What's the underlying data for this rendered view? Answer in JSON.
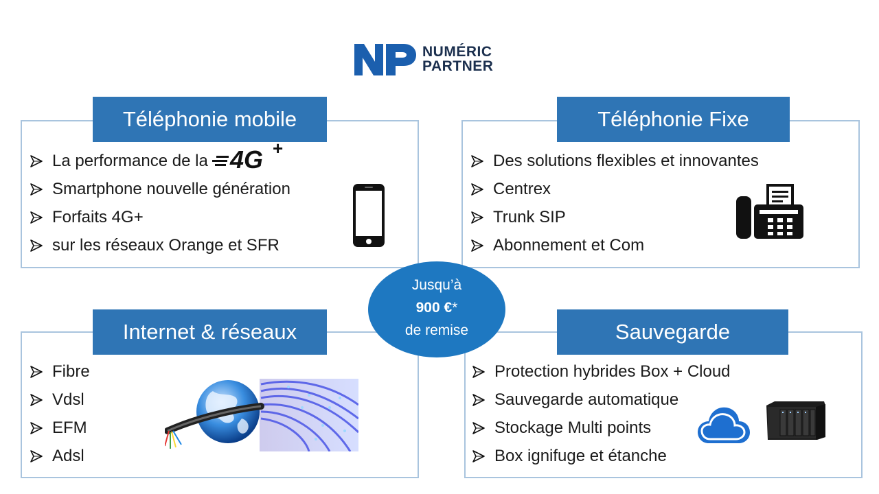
{
  "brand": {
    "mark_text": "NP",
    "line1": "NUMÉRIC",
    "line2": "PARTNER",
    "color": "#1b5fae"
  },
  "accent_color": "#2f75b5",
  "border_color": "#a9c4de",
  "panels": {
    "mobile": {
      "title": "Téléphonie mobile",
      "items": [
        "La performance  de la",
        "Smartphone  nouvelle génération",
        "Forfaits 4G+",
        "sur les réseaux Orange et SFR"
      ],
      "badge": "4G+",
      "icon": "smartphone-icon"
    },
    "fixe": {
      "title": "Téléphonie Fixe",
      "items": [
        "Des solutions flexibles et innovantes",
        "Centrex",
        "Trunk SIP",
        "Abonnement  et Com"
      ],
      "icon": "fax-phone-icon"
    },
    "internet": {
      "title": "Internet & réseaux",
      "items": [
        "Fibre",
        "Vdsl",
        "EFM",
        "Adsl"
      ],
      "icon": "globe-fiber-icon"
    },
    "sauvegarde": {
      "title": "Sauvegarde",
      "items": [
        "Protection hybrides Box + Cloud",
        "Sauvegarde automatique",
        "Stockage Multi points",
        "Box ignifuge et étanche"
      ],
      "icon": "cloud-nas-icon"
    }
  },
  "promo": {
    "line1": "Jusqu’à",
    "amount": "900 €",
    "asterisk": "*",
    "line3": "de remise",
    "color": "#1e78c1"
  }
}
